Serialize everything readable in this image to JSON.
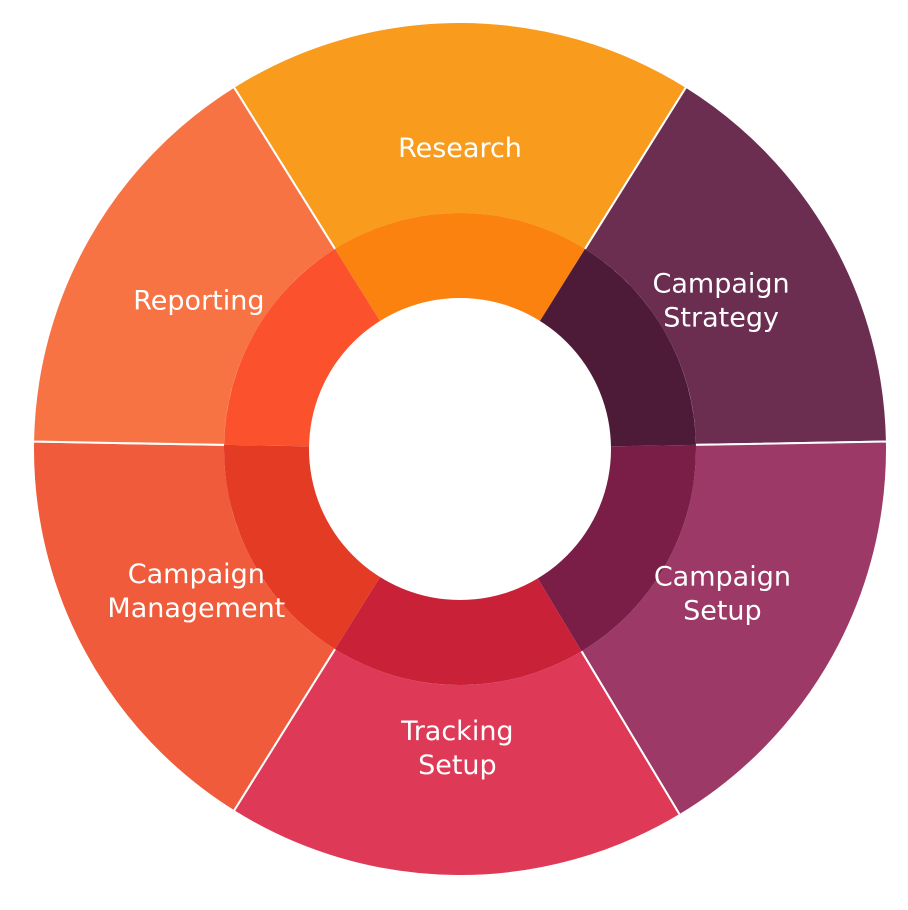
{
  "diagram": {
    "type": "cycle-wheel",
    "segments": [
      {
        "id": "research",
        "lines": [
          "Research"
        ],
        "outer_color": "#F99B1C",
        "inner_color": "#FB820F"
      },
      {
        "id": "campaign-strategy",
        "lines": [
          "Campaign",
          "Strategy"
        ],
        "outer_color": "#6B2E51",
        "inner_color": "#4D1A38"
      },
      {
        "id": "campaign-setup",
        "lines": [
          "Campaign",
          "Setup"
        ],
        "outer_color": "#9C3966",
        "inner_color": "#7A1E48"
      },
      {
        "id": "tracking-setup",
        "lines": [
          "Tracking",
          "Setup"
        ],
        "outer_color": "#DE3A58",
        "inner_color": "#C92238"
      },
      {
        "id": "campaign-management",
        "lines": [
          "Campaign",
          "Management"
        ],
        "outer_color": "#F05B3C",
        "inner_color": "#E43B25"
      },
      {
        "id": "reporting",
        "lines": [
          "Reporting"
        ],
        "outer_color": "#F87344",
        "inner_color": "#FC512D"
      }
    ],
    "center_color": "#FFFFFF"
  }
}
